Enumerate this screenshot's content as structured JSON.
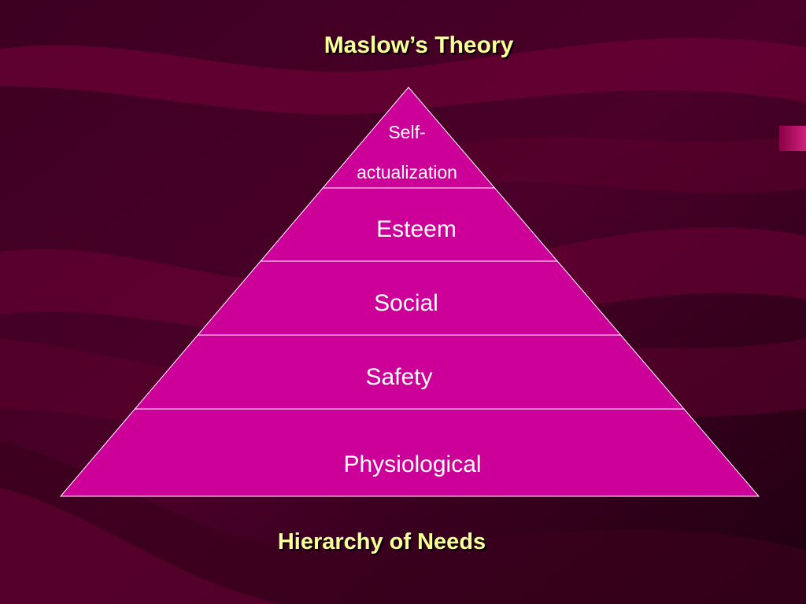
{
  "slide": {
    "title": "Maslow’s Theory",
    "caption": "Hierarchy of Needs"
  },
  "pyramid": {
    "tiers": [
      {
        "label_lines": [
          "Self-",
          "actualization"
        ]
      },
      {
        "label_lines": [
          "Esteem"
        ]
      },
      {
        "label_lines": [
          "Social"
        ]
      },
      {
        "label_lines": [
          "Safety"
        ]
      },
      {
        "label_lines": [
          "Physiological"
        ]
      }
    ]
  },
  "colors": {
    "background": "#2a0016",
    "background_wave": "#6a0035",
    "pyramid_fill": "#cc0099",
    "tier_divider": "#ffffff",
    "label_text": "#ffffff",
    "title_text": "#ffff99"
  }
}
